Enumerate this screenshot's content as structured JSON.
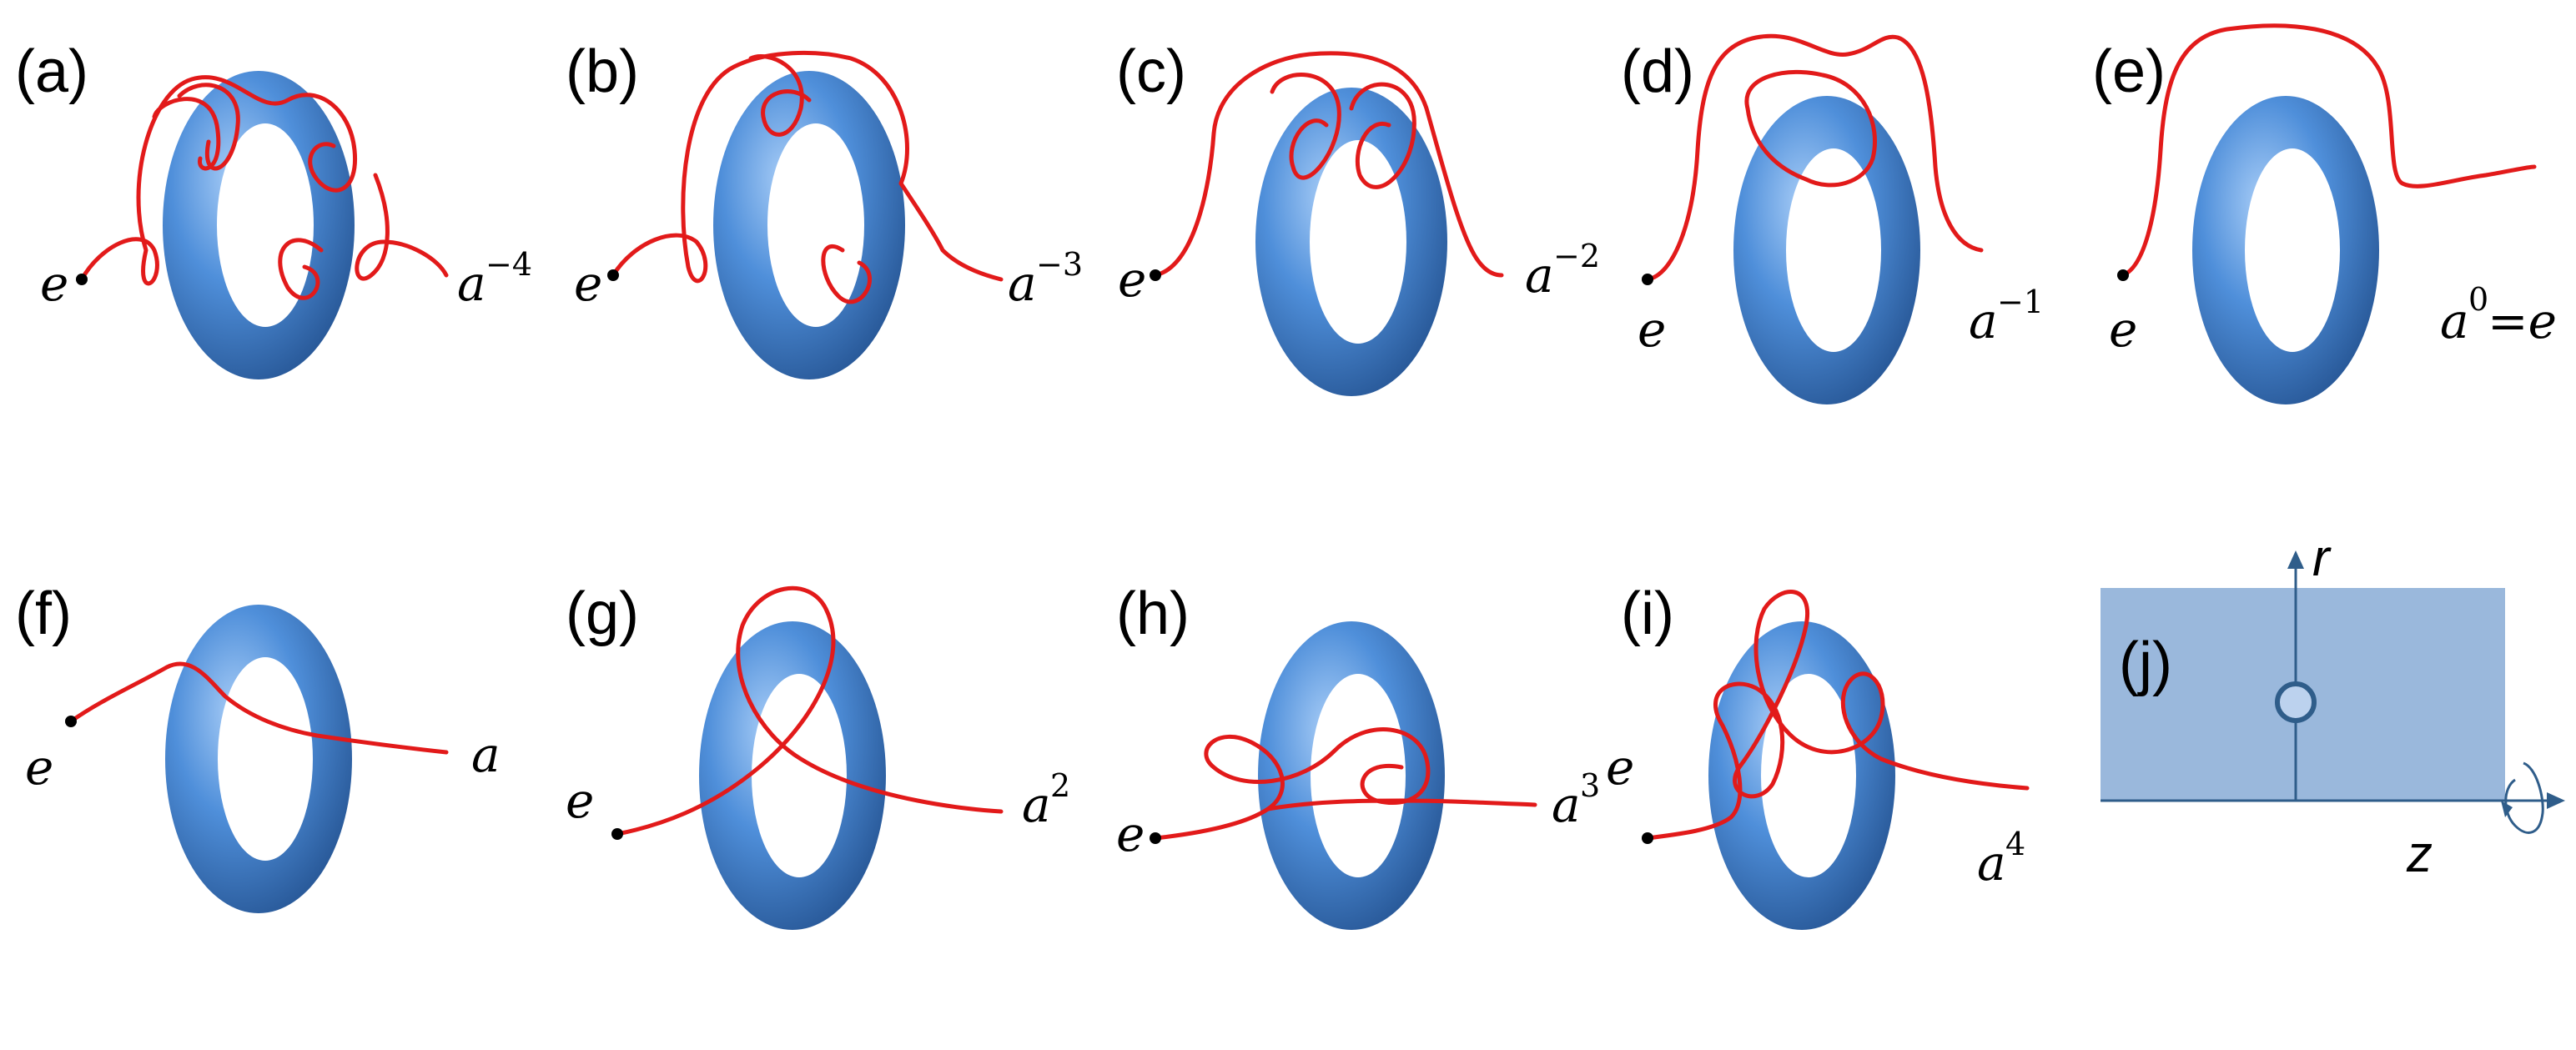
{
  "figure": {
    "panels": [
      {
        "id": "a",
        "label": "(a)",
        "start": "e",
        "end_base": "a",
        "end_exp": "−4",
        "end_tail": ""
      },
      {
        "id": "b",
        "label": "(b)",
        "start": "e",
        "end_base": "a",
        "end_exp": "−3",
        "end_tail": ""
      },
      {
        "id": "c",
        "label": "(c)",
        "start": "e",
        "end_base": "a",
        "end_exp": "−2",
        "end_tail": ""
      },
      {
        "id": "d",
        "label": "(d)",
        "start": "e",
        "end_base": "a",
        "end_exp": "−1",
        "end_tail": ""
      },
      {
        "id": "e",
        "label": "(e)",
        "start": "e",
        "end_base": "a",
        "end_exp": "0",
        "end_tail": "=e"
      },
      {
        "id": "f",
        "label": "(f)",
        "start": "e",
        "end_base": "a",
        "end_exp": "",
        "end_tail": ""
      },
      {
        "id": "g",
        "label": "(g)",
        "start": "e",
        "end_base": "a",
        "end_exp": "2",
        "end_tail": ""
      },
      {
        "id": "h",
        "label": "(h)",
        "start": "e",
        "end_base": "a",
        "end_exp": "3",
        "end_tail": ""
      },
      {
        "id": "i",
        "label": "(i)",
        "start": "e",
        "end_base": "a",
        "end_exp": "4",
        "end_tail": ""
      }
    ],
    "panel_j": {
      "label": "(j)",
      "axis_r": "r",
      "axis_z": "z"
    },
    "colors": {
      "torus_light": "#8fbdf2",
      "torus_mid": "#4f8fda",
      "torus_dark": "#2a5c9e",
      "curve": "#e21a1a",
      "box_fill": "#8fb0d8",
      "axis": "#2f5d8a"
    }
  }
}
